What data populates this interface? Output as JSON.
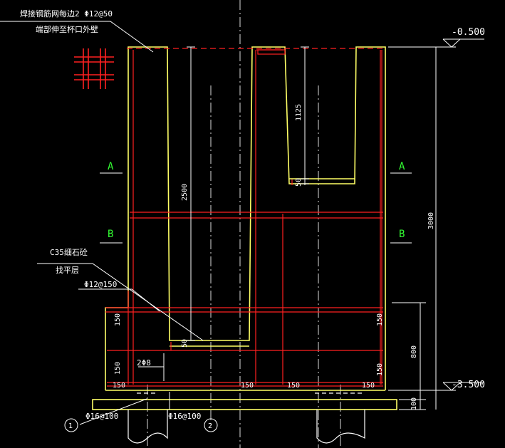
{
  "colors": {
    "background": "#000000",
    "outline": "#ffff66",
    "rebar": "#ff2020",
    "dimension": "#ffffff",
    "section_label": "#33ff33",
    "centerline": "#dddddd"
  },
  "notes": {
    "top_line1": "焊接钢筋网每边2 Φ12@50",
    "top_line2": "端部伸至杯口外壁",
    "concrete_line1": "C35细石砼",
    "concrete_line2": "找平层",
    "hoop_bar": "Φ12@150",
    "stirrup": "2Φ8",
    "bottom_bar_left": "Φ16@100",
    "bottom_bar_right": "Φ16@100"
  },
  "elevations": {
    "top": "-0.500",
    "bottom": "-3.500"
  },
  "section_marks": {
    "a": "A",
    "b": "B"
  },
  "axes": {
    "axis1": "1",
    "axis2": "2"
  },
  "dimensions": {
    "total_height": "3000",
    "cup_depth": "2500",
    "small_cup_depth": "1125",
    "step_height": "800",
    "base_thickness": "100",
    "small_cup_bottom": "50",
    "cup_bottom": "50",
    "cover": "150"
  },
  "icons": {
    "rebar_mesh": "rebar-mesh-icon"
  }
}
